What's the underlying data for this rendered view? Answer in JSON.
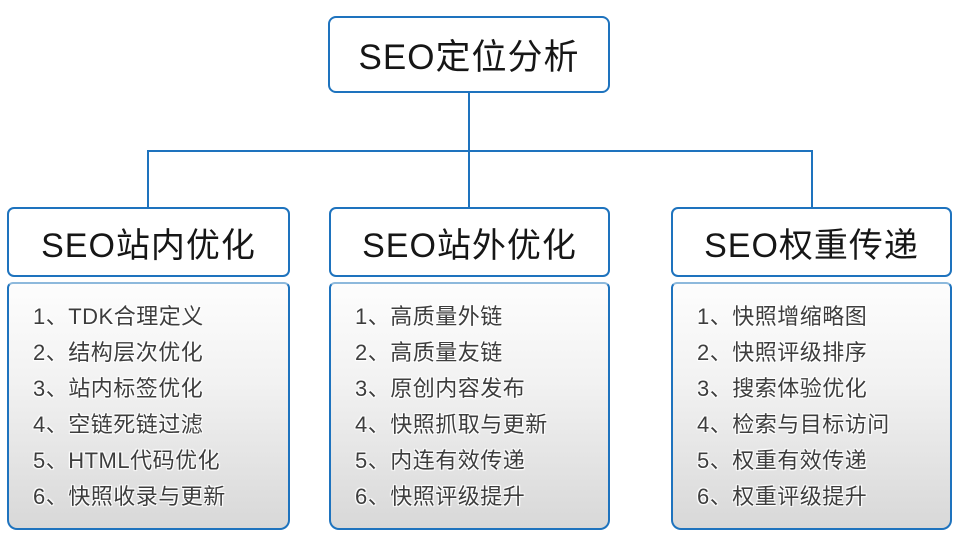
{
  "root": {
    "label": "SEO定位分析"
  },
  "branches": [
    {
      "title": "SEO站内优化",
      "items": [
        "1、TDK合理定义",
        "2、结构层次优化",
        "3、站内标签优化",
        "4、空链死链过滤",
        "5、HTML代码优化",
        "6、快照收录与更新"
      ]
    },
    {
      "title": "SEO站外优化",
      "items": [
        "1、高质量外链",
        "2、高质量友链",
        "3、原创内容发布",
        "4、快照抓取与更新",
        "5、内连有效传递",
        "6、快照评级提升"
      ]
    },
    {
      "title": "SEO权重传递",
      "items": [
        "1、快照增缩略图",
        "2、快照评级排序",
        "3、搜索体验优化",
        "4、检索与目标访问",
        "5、权重有效传递",
        "6、权重评级提升"
      ]
    }
  ],
  "colors": {
    "accent": "#1e73be",
    "title_text": "#161616",
    "item_text": "#3d3d3d",
    "list_bg_top": "#fdfdfd",
    "list_bg_bottom": "#d8d8d8"
  }
}
